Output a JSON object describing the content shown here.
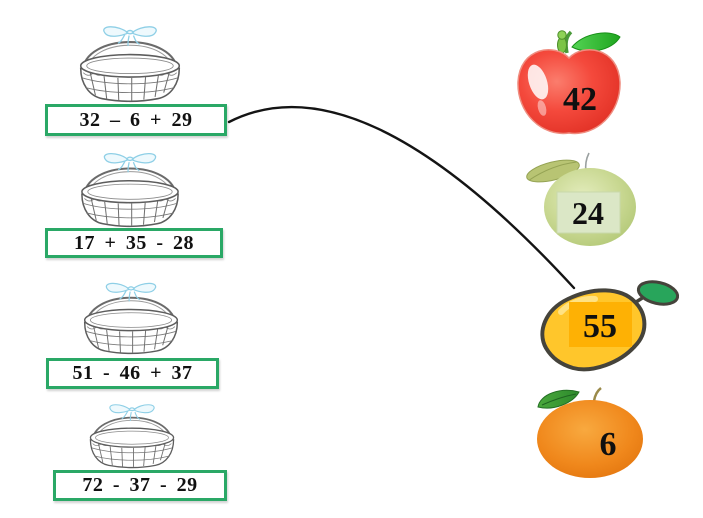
{
  "page": {
    "background": "#ffffff",
    "type": "math-matching-worksheet"
  },
  "matching": {
    "left_items": [
      {
        "icon": "basket-icon",
        "expression": "32 – 6 + 29"
      },
      {
        "icon": "basket-icon",
        "expression": "17 + 35 - 28"
      },
      {
        "icon": "basket-icon",
        "expression": "51 - 46 + 37"
      },
      {
        "icon": "basket-icon",
        "expression": "72 - 37 - 29"
      }
    ],
    "right_items": [
      {
        "fruit": "red-apple",
        "value": "42",
        "color": "#ef4033"
      },
      {
        "fruit": "green-apple",
        "value": "24",
        "color": "#c6d68d",
        "label_color": "#dbe7c6"
      },
      {
        "fruit": "mango",
        "value": "55",
        "color": "#ffc62b",
        "label_color": "#feb104"
      },
      {
        "fruit": "orange",
        "value": "6",
        "color": "#ef841a"
      }
    ],
    "connection": {
      "from_expression": "32 – 6 + 29",
      "to_fruit": "mango",
      "to_value": "55"
    }
  },
  "colors": {
    "expression_box_border": "#2aa866",
    "connector_line": "#141414",
    "bow": "#8ecfe6",
    "basket_line": "#6b6b6b",
    "text": "#111111"
  }
}
